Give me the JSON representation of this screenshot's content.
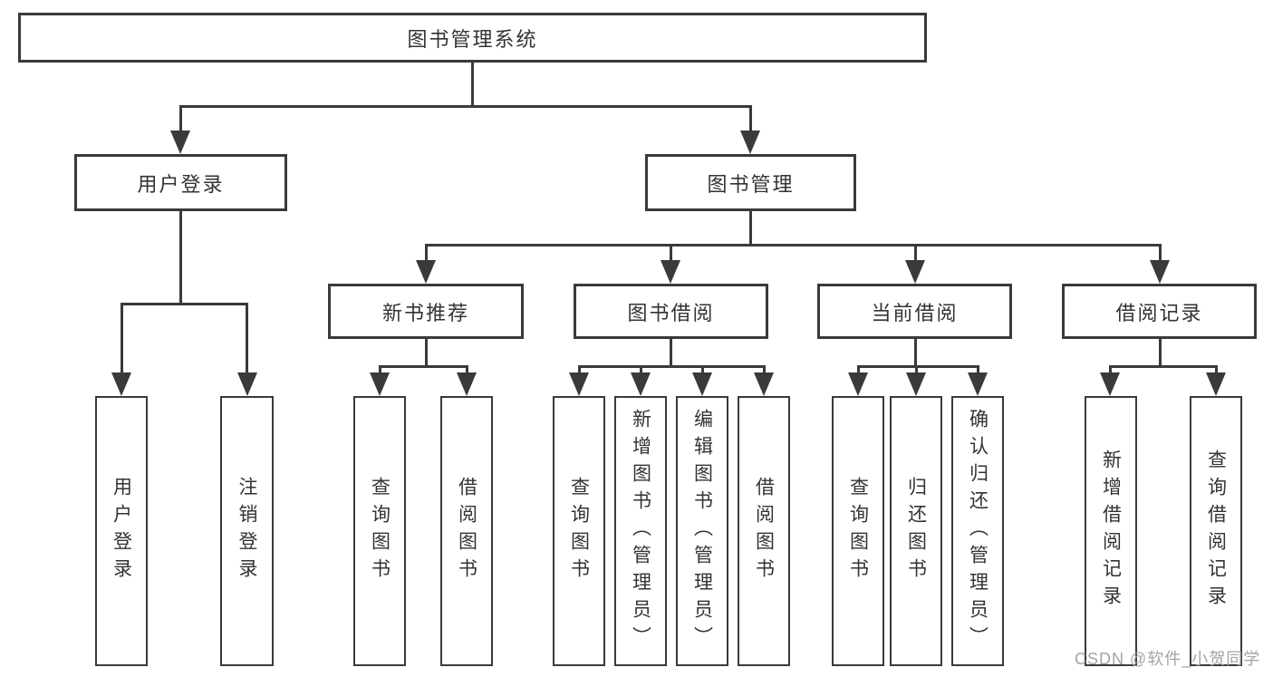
{
  "tree": {
    "root": {
      "label": "图书管理系统",
      "children": [
        {
          "label": "用户登录",
          "children": [
            {
              "label": "用户登录"
            },
            {
              "label": "注销登录"
            }
          ]
        },
        {
          "label": "图书管理",
          "children": [
            {
              "label": "新书推荐",
              "children": [
                {
                  "label": "查询图书"
                },
                {
                  "label": "借阅图书"
                }
              ]
            },
            {
              "label": "图书借阅",
              "children": [
                {
                  "label": "查询图书"
                },
                {
                  "label": "新增图书（管理员）"
                },
                {
                  "label": "编辑图书（管理员）"
                },
                {
                  "label": "借阅图书"
                }
              ]
            },
            {
              "label": "当前借阅",
              "children": [
                {
                  "label": "查询图书"
                },
                {
                  "label": "归还图书"
                },
                {
                  "label": "确认归还（管理员）"
                }
              ]
            },
            {
              "label": "借阅记录",
              "children": [
                {
                  "label": "新增借阅记录"
                },
                {
                  "label": "查询借阅记录"
                }
              ]
            }
          ]
        }
      ]
    }
  },
  "watermark": {
    "text": "CSDN @软件_小贺同学"
  },
  "colors": {
    "line": "#3a3a3a",
    "text": "#333333",
    "background": "#ffffff",
    "watermark": "#a8a2a2"
  }
}
